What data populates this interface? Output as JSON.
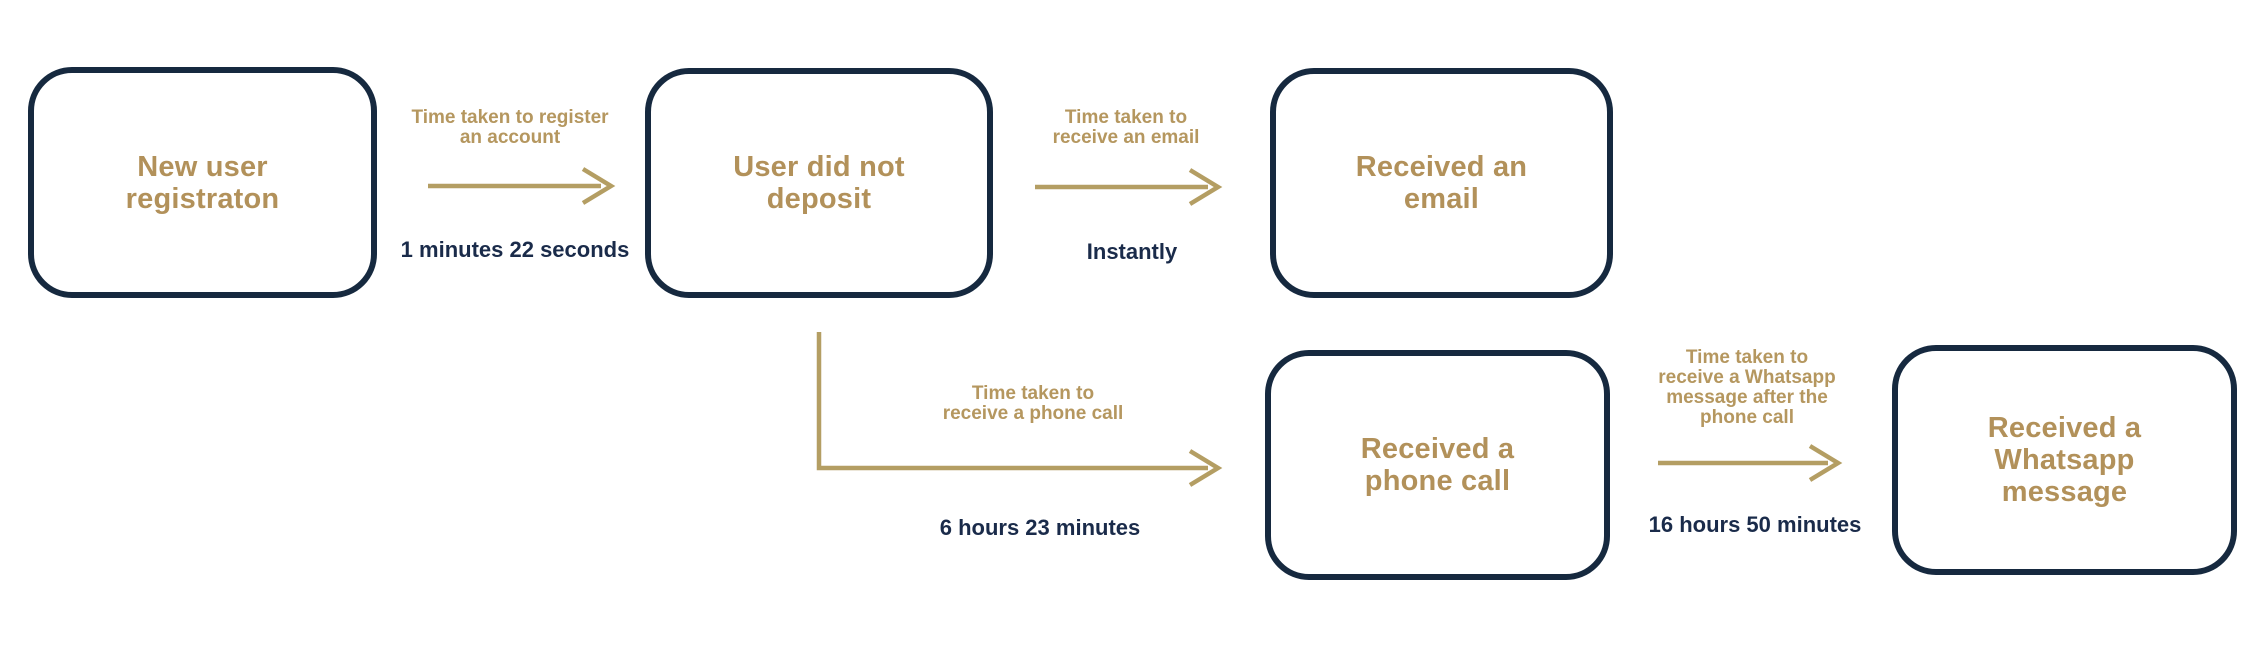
{
  "diagram": {
    "type": "flowchart",
    "colors": {
      "node_border": "#16293f",
      "node_text": "#b2915a",
      "arrow": "#b49e63",
      "connector_label_text": "#b5975f",
      "time_text": "#1a2b4a",
      "background": "#ffffff"
    },
    "nodes": [
      {
        "id": "new-user-registration",
        "label": "New user\nregistraton"
      },
      {
        "id": "user-did-not-deposit",
        "label": "User did not\ndeposit"
      },
      {
        "id": "received-email",
        "label": "Received an\nemail"
      },
      {
        "id": "received-phone-call",
        "label": "Received a\nphone call"
      },
      {
        "id": "received-whatsapp",
        "label": "Received a\nWhatsapp\nmessage"
      }
    ],
    "connectors": [
      {
        "from": "new-user-registration",
        "to": "user-did-not-deposit",
        "label": "Time taken to register\nan account",
        "time": "1 minutes 22 seconds"
      },
      {
        "from": "user-did-not-deposit",
        "to": "received-email",
        "label": "Time taken to\nreceive an email",
        "time": "Instantly"
      },
      {
        "from": "user-did-not-deposit",
        "to": "received-phone-call",
        "label": "Time taken to\nreceive a phone call",
        "time": "6 hours 23 minutes"
      },
      {
        "from": "received-phone-call",
        "to": "received-whatsapp",
        "label": "Time taken to\nreceive a Whatsapp\nmessage after the\nphone call",
        "time": "16 hours 50 minutes"
      }
    ]
  }
}
